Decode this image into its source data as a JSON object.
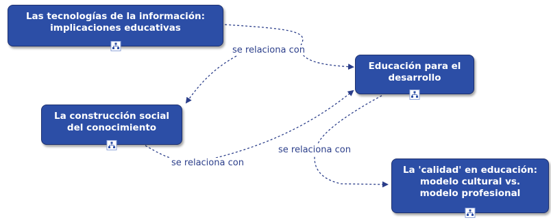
{
  "nodes": {
    "tecnologias": {
      "label": "Las tecnologías de la información:\nimplicaciones educativas",
      "icon": "concept-map-icon"
    },
    "educacion": {
      "label": "Educación para el\ndesarrollo",
      "icon": "concept-map-icon"
    },
    "construccion": {
      "label": "La construcción social\ndel conocimiento",
      "icon": "concept-map-icon"
    },
    "calidad": {
      "label": "La 'calidad' en educación:\nmodelo cultural vs.\nmodelo profesional",
      "icon": "concept-map-icon"
    }
  },
  "links": {
    "top": {
      "label": "se relaciona con"
    },
    "bottom_left": {
      "label": "se relaciona con"
    },
    "bottom_right": {
      "label": "se relaciona con"
    }
  },
  "colors": {
    "node_fill": "#2c4ea6",
    "node_border": "#1c2f6e",
    "connector": "#2b3e8a",
    "link_text": "#2b3e8a"
  }
}
